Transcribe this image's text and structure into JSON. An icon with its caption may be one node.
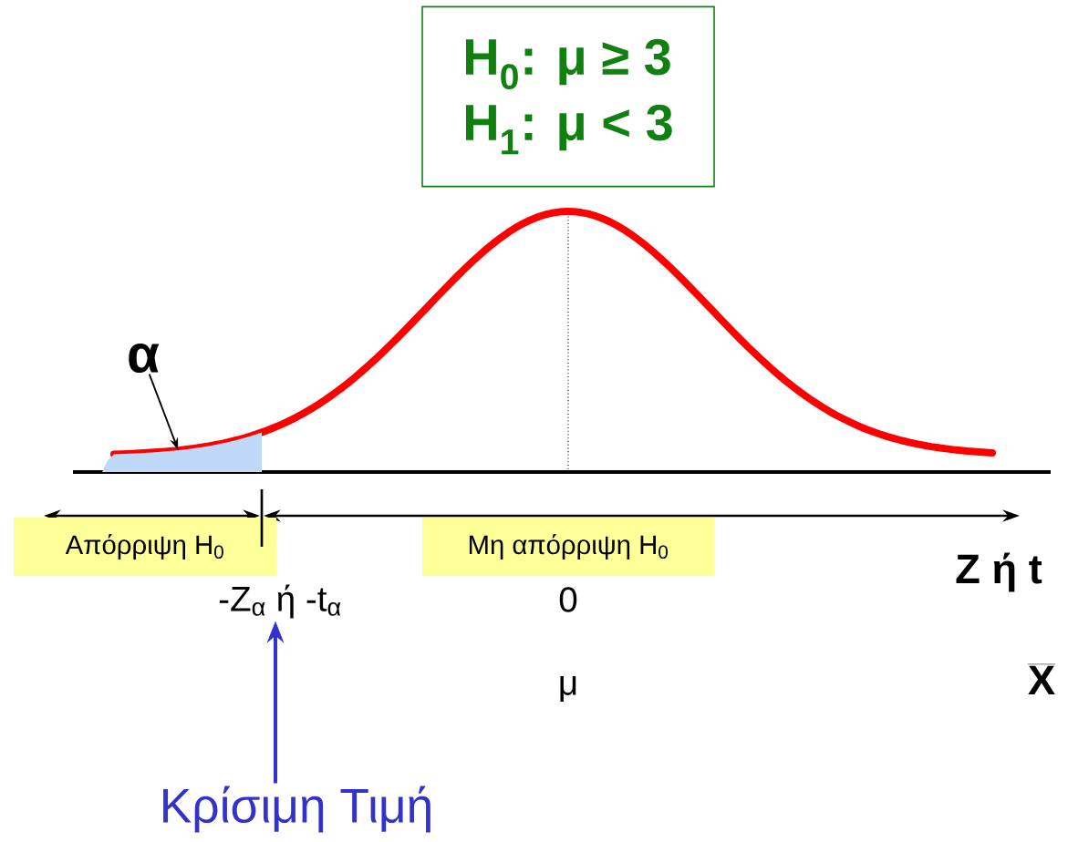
{
  "diagram": {
    "nodes": [
      {
        "text": [
          "H$_{0}$: μ ≥ 3",
          "H$_{1}$: μ < 3"
        ]
      },
      {
        "text": [
          "α"
        ]
      },
      {
        "text": [
          "Κρίσιμη Τιμή"
        ]
      },
      {
        "text": [
          "-Z$_{α}$ ή -t$_{α}$"
        ]
      },
      {
        "text": [
          "Απόρριψη H$_{0}$"
        ]
      },
      {
        "text": [
          "Μη απόρριψη H$_{0}$"
        ]
      },
      {
        "text": [],
        "shape": "area"
      }
    ],
    "edges": [
      {
        "from": 1,
        "to": 6,
        "arrow": "to"
      },
      {
        "from": 2,
        "to": 3,
        "arrow": "to",
        "color": "#3333cc",
        "style": "thick"
      }
    ],
    "labels": [
      "Z ή t",
      "0",
      "μ",
      "X"
    ]
  }
}
